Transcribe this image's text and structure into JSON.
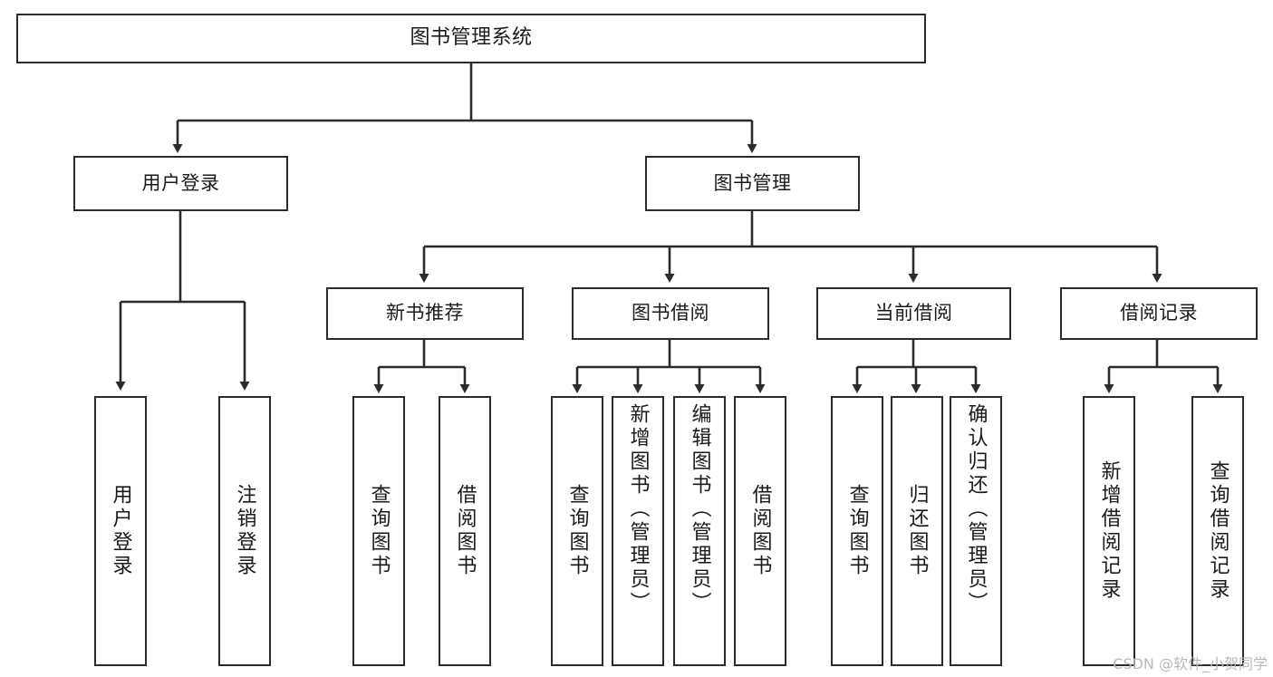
{
  "diagram": {
    "type": "tree-hierarchy",
    "title": "图书管理系统",
    "orientation": "top-down",
    "colors": {
      "stroke": "#2b2b2b",
      "fill": "#ffffff",
      "text": "#1a1a1a",
      "watermark": "#b9b9b9"
    },
    "root": {
      "label": "图书管理系统"
    },
    "level2": [
      {
        "label": "用户登录"
      },
      {
        "label": "图书管理"
      }
    ],
    "level3": [
      {
        "label": "新书推荐"
      },
      {
        "label": "图书借阅"
      },
      {
        "label": "当前借阅"
      },
      {
        "label": "借阅记录"
      }
    ],
    "leaves": {
      "user_login": [
        {
          "label": "用户登录"
        },
        {
          "label": "注销登录"
        }
      ],
      "new_book_recommend": [
        {
          "label": "查询图书"
        },
        {
          "label": "借阅图书"
        }
      ],
      "book_borrow": [
        {
          "label": "查询图书"
        },
        {
          "label": "新增图书（管理员）"
        },
        {
          "label": "编辑图书（管理员）"
        },
        {
          "label": "借阅图书"
        }
      ],
      "current_borrow": [
        {
          "label": "查询图书"
        },
        {
          "label": "归还图书"
        },
        {
          "label": "确认归还（管理员）"
        }
      ],
      "borrow_record": [
        {
          "label": "新增借阅记录"
        },
        {
          "label": "查询借阅记录"
        }
      ]
    },
    "watermark": "CSDN @软件_小贺同学"
  }
}
